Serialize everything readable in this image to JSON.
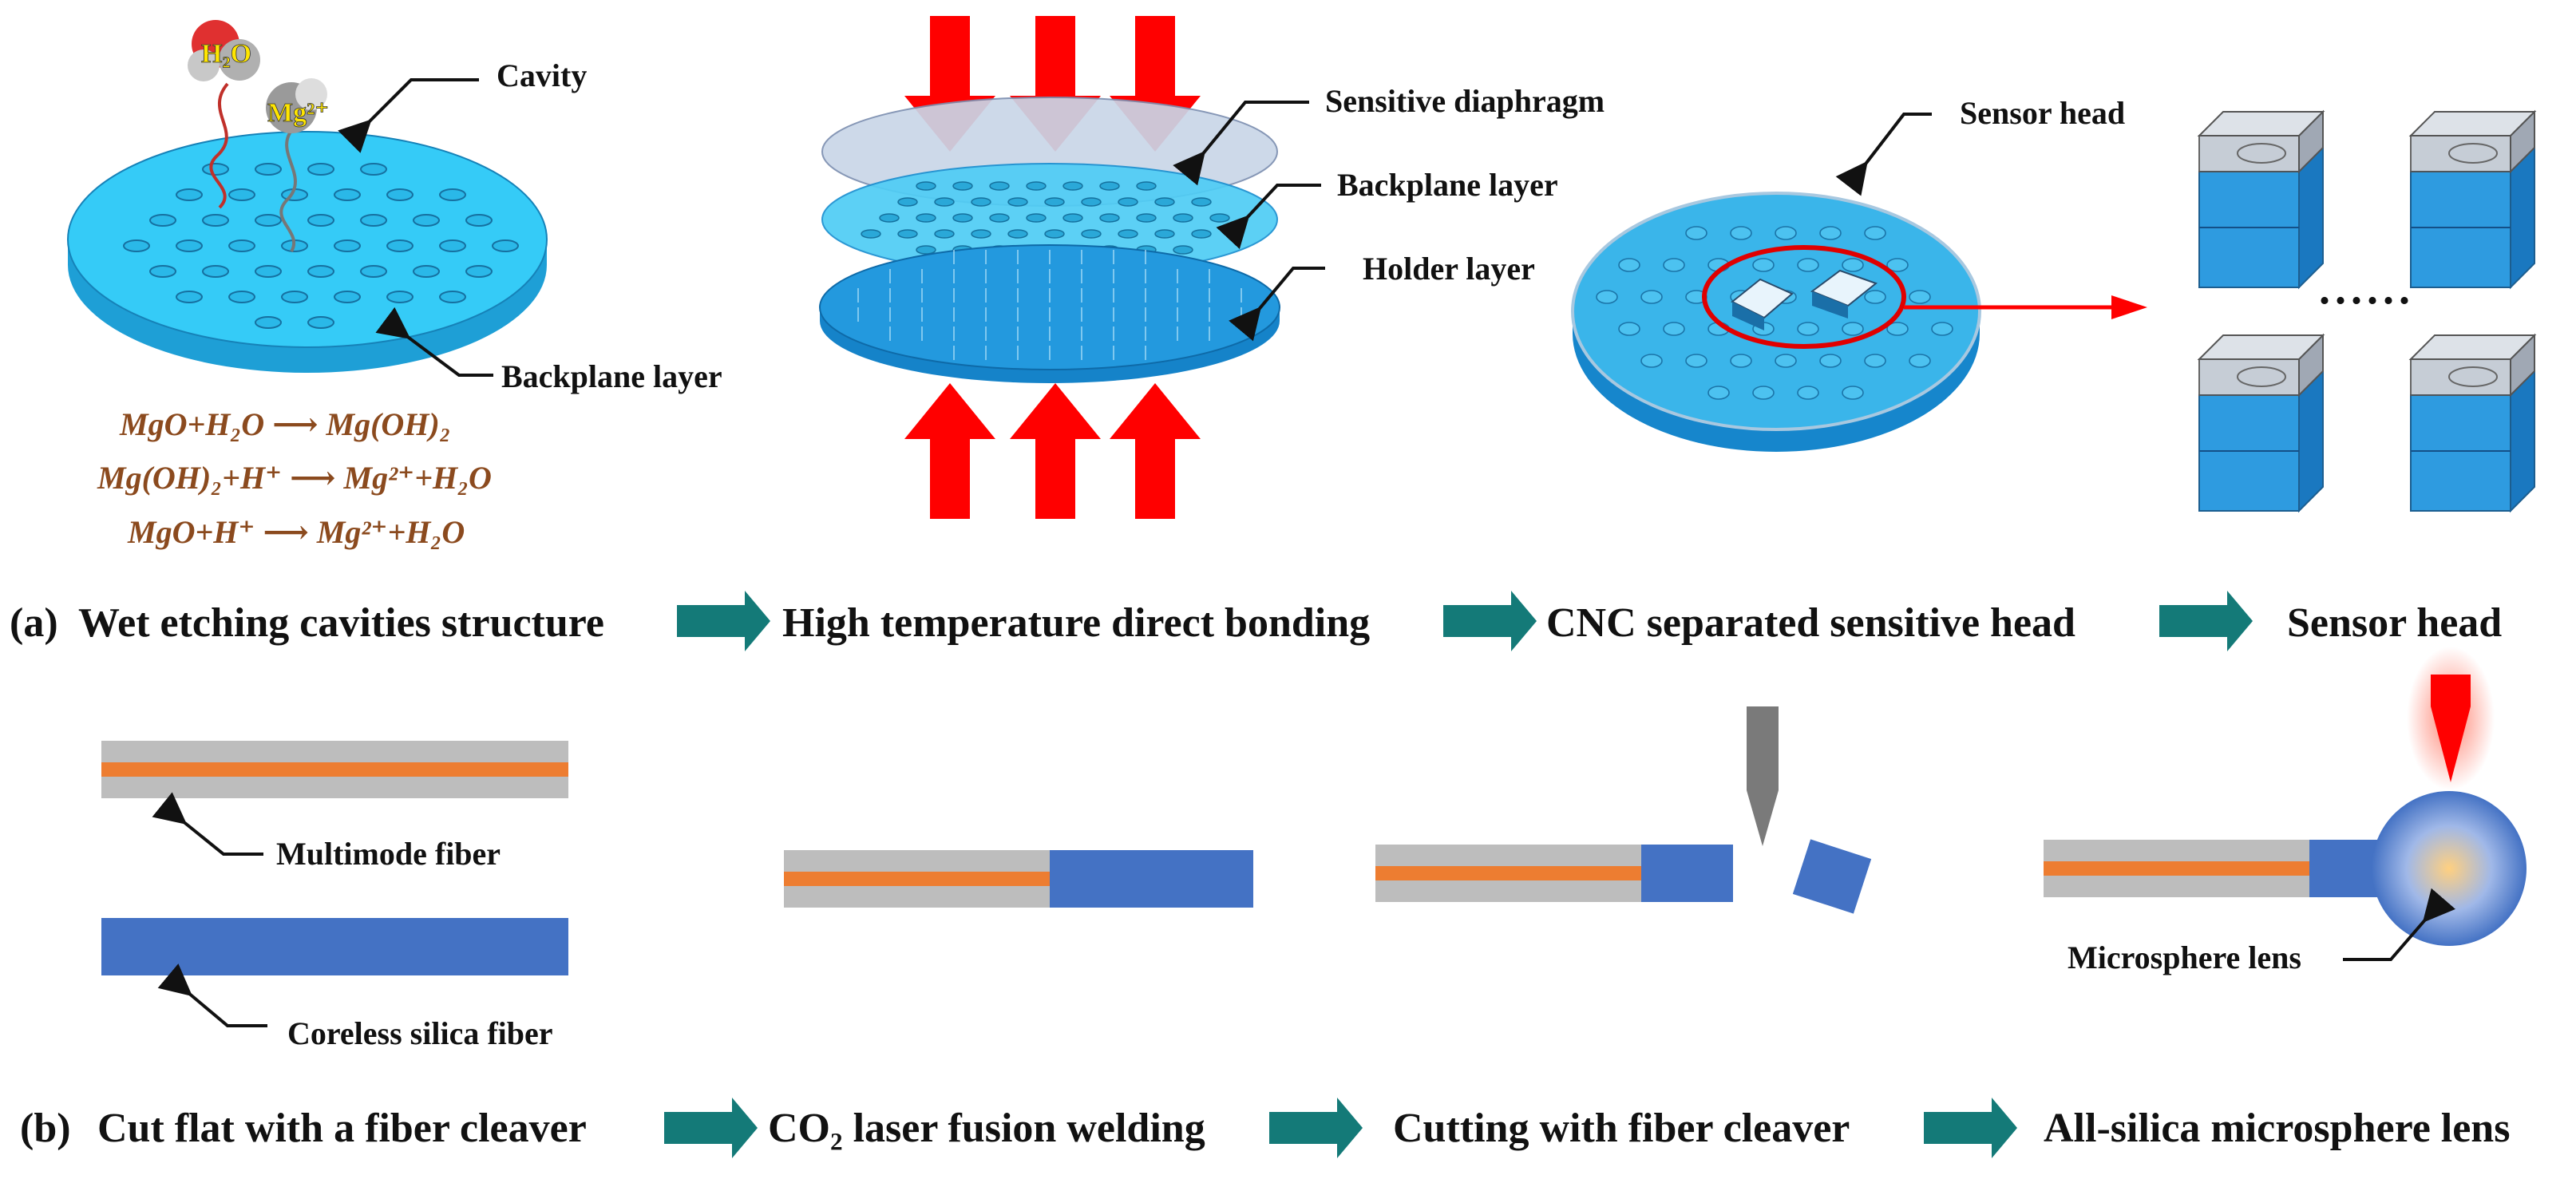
{
  "panel_a": {
    "tag": "(a)",
    "labels": {
      "cavity": "Cavity",
      "backplane_left": "Backplane layer",
      "sensitive_diaphragm": "Sensitive diaphragm",
      "backplane_mid": "Backplane layer",
      "holder": "Holder layer",
      "sensor_head": "Sensor head",
      "ellipsis": "......"
    },
    "molecules": {
      "water": "H₂O",
      "mg_ion": "Mg²⁺"
    },
    "equations": [
      "MgO+H₂O  ⟶ Mg(OH)₂",
      "Mg(OH)₂+H⁺ ⟶ Mg²⁺+H₂O",
      "MgO+H⁺  ⟶ Mg²⁺+H₂O"
    ],
    "steps": [
      "Wet etching cavities structure",
      "High temperature direct bonding",
      "CNC separated sensitive head",
      "Sensor head"
    ]
  },
  "panel_b": {
    "tag": "(b)",
    "labels": {
      "multimode": "Multimode fiber",
      "coreless": "Coreless silica fiber",
      "microsphere": "Microsphere lens"
    },
    "steps": [
      "Cut flat with a fiber cleaver",
      "CO₂ laser fusion welding",
      "Cutting with fiber cleaver",
      "All-silica microsphere lens"
    ]
  },
  "colors": {
    "disk_cyan": "#2EC8F5",
    "disk_blue": "#1A8FD8",
    "arrow_red": "#FF0000",
    "step_arrow_teal": "#147A78",
    "fiber_gray": "#BDBDBD",
    "fiber_core_orange": "#ED7D31",
    "coreless_blue": "#4472C4",
    "equation_brown": "#8B4A1E"
  }
}
